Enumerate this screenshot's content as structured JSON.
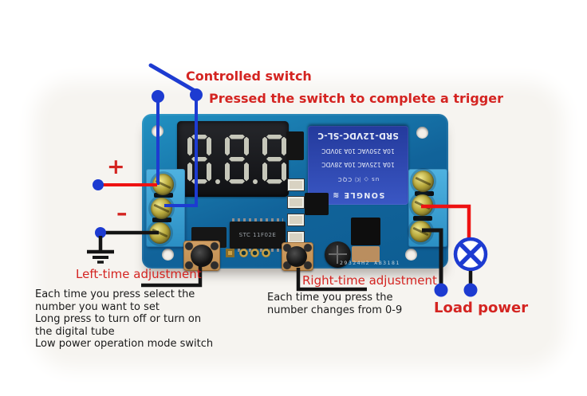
{
  "annotations": {
    "controlled_switch": "Controlled switch",
    "trigger_note": "Pressed the switch to complete a trigger",
    "plus": "+",
    "minus": "–",
    "left_adjust": "Left-time adjustment",
    "right_adjust": "Right-time adjustment",
    "left_note": "Each time you press select the\nnumber you want to set\nLong press to turn off or turn on\nthe digital tube\nLow power operation mode switch",
    "right_note": "Each time you press the\nnumber changes from 0-9",
    "load_power": "Load power"
  },
  "pcb": {
    "display": {
      "value": "8.8.8.",
      "digits": [
        "8.",
        "8.",
        "8."
      ]
    },
    "relay": {
      "model": "SRD-12VDC-SL-C",
      "rating_line1": "10A 250VAC 10A 30VDC",
      "rating_line2": "10A 125VAC 10A 28VDC",
      "logos": "us ◇ ⒞ CQC",
      "brand": "SONGLE ≋"
    },
    "mcu_label": "STC 11F02E",
    "silkscreen": "29324H2  AB3181"
  },
  "colors": {
    "annotation_red": "#d42421",
    "wire_red": "#ee1212",
    "wire_blue": "#1d3bd1",
    "wire_black": "#141414",
    "pcb_blue": "#11639a",
    "terminal_blue": "#35a0d6",
    "relay_blue": "#2a44ab"
  }
}
